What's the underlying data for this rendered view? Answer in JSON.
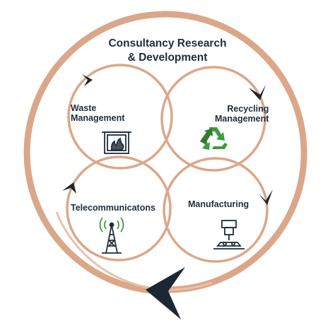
{
  "title": {
    "line1": "Consultancy Research",
    "line2": "& Development"
  },
  "nodes": {
    "waste": {
      "line1": "Waste",
      "line2": "Management",
      "icon": "waste-bin-icon"
    },
    "recycling": {
      "line1": "Recycling",
      "line2": "Management",
      "icon": "recycle-icon"
    },
    "telecom": {
      "label": "Telecommunicatons",
      "icon": "radio-tower-icon"
    },
    "manufacturing": {
      "label": "Manufacturing",
      "icon": "machine-drill-icon"
    }
  },
  "colors": {
    "ring": "#dba789",
    "text": "#1f2d3a",
    "arrow": "#1c2733",
    "icon_green": "#3f9b3f"
  }
}
